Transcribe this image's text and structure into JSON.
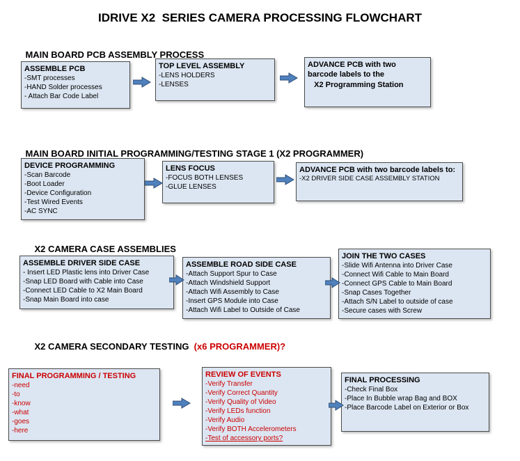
{
  "title": "IDRIVE X2  SERIES CAMERA PROCESSING FLOWCHART",
  "colors": {
    "box_fill": "#dce6f2",
    "arrow_blue": "#4f81bd",
    "alert_red": "#cc0000"
  },
  "sections": [
    {
      "heading": "MAIN BOARD PCB ASSEMBLY PROCESS",
      "heading_suffix": "",
      "boxes": [
        {
          "title": "ASSEMBLE PCB",
          "lines": [
            "-SMT processes",
            "-HAND Solder processes",
            "- Attach Bar Code Label"
          ]
        },
        {
          "title": "TOP LEVEL ASSEMBLY",
          "lines": [
            "-LENS HOLDERS",
            "-LENSES"
          ]
        },
        {
          "title": "ADVANCE PCB with two barcode labels to the",
          "lines": [
            "   X2 Programming Station"
          ]
        }
      ]
    },
    {
      "heading": "MAIN BOARD INITIAL PROGRAMMING/TESTING STAGE 1 (X2 PROGRAMMER)",
      "heading_suffix": "",
      "boxes": [
        {
          "title": "DEVICE PROGRAMMING",
          "lines": [
            "-Scan Barcode",
            "-Boot Loader",
            "-Device Configuration",
            "-Test Wired Events",
            "-AC SYNC"
          ]
        },
        {
          "title": "LENS FOCUS",
          "lines": [
            "-FOCUS BOTH LENSES",
            "-GLUE LENSES"
          ]
        },
        {
          "title": "ADVANCE PCB with two barcode labels to:",
          "lines": [
            "-X2 DRIVER  SIDE  CASE  ASSEMBLY STATION"
          ]
        }
      ]
    },
    {
      "heading": "X2 CAMERA CASE ASSEMBLIES",
      "heading_suffix": "",
      "boxes": [
        {
          "title": "ASSEMBLE DRIVER SIDE CASE",
          "lines": [
            "- Insert LED Plastic lens into Driver Case",
            "-Snap LED Board with Cable into Case",
            "-Connect LED Cable to X2 Main Board",
            "-Snap Main Board into case"
          ]
        },
        {
          "title": "ASSEMBLE ROAD SIDE CASE",
          "lines": [
            "-Attach Support Spur to Case",
            "-Attach Windshield Support",
            "-Attach Wifi Assembly to Case",
            "-Insert GPS Module into Case",
            "-Attach Wifi Label to Outside of Case"
          ]
        },
        {
          "title": "JOIN THE TWO CASES",
          "lines": [
            "-Slide Wifi Antenna into Driver Case",
            "-Connect Wifi Cable to Main Board",
            "-Connect GPS Cable to Main Board",
            "-Snap Cases Together",
            "-Attach S/N Label to outside of case",
            "-Secure cases with Screw"
          ]
        }
      ]
    },
    {
      "heading": "X2 CAMERA SECONDARY TESTING  ",
      "heading_suffix": "(x6 PROGRAMMER)?",
      "boxes": [
        {
          "title": "FINAL PROGRAMMING / TESTING",
          "lines": [
            "-need",
            "-to",
            "-know",
            "-what",
            "-goes",
            "-here"
          ]
        },
        {
          "title": "REVIEW OF EVENTS",
          "lines": [
            "-Verify Transfer",
            "-Verify Correct Quantity",
            "-Verify Quality of Video",
            "-Verify LEDs function",
            "-Verify Audio",
            "-Verify BOTH Accelerometers",
            "-Test of accessory ports?"
          ]
        },
        {
          "title": "FINAL PROCESSING",
          "lines": [
            "-Check Final Box",
            "-Place In Bubble wrap Bag and BOX",
            "-Place Barcode Label on Exterior or Box"
          ]
        }
      ]
    }
  ]
}
